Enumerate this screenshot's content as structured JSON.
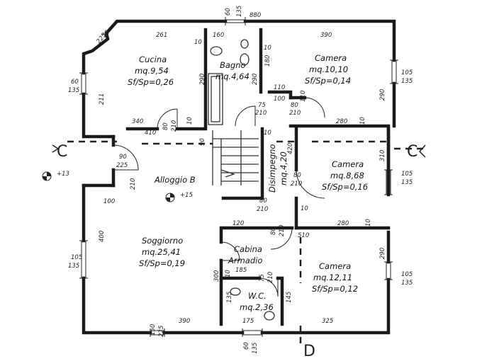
{
  "rooms": {
    "cucina": {
      "name": "Cucina",
      "area": "mq.9,54",
      "ratio": "Sf/Sp=0,26"
    },
    "bagno": {
      "name": "Bagno",
      "area": "mq.4,64"
    },
    "camera1": {
      "name": "Camera",
      "area": "mq.10,10",
      "ratio": "Sf/Sp=0,14"
    },
    "camera2": {
      "name": "Camera",
      "area": "mq.8,68",
      "ratio": "Sf/Sp=0,16"
    },
    "camera3": {
      "name": "Camera",
      "area": "mq.12,11",
      "ratio": "Sf/Sp=0,12"
    },
    "disimpegno": {
      "name": "Disimpegno",
      "area": "mq.4,20"
    },
    "soggiorno": {
      "name": "Soggiorno",
      "area": "mq.25,41",
      "ratio": "Sf/Sp=0,19"
    },
    "cabina": {
      "name": "Cabina",
      "name2": "Armadio"
    },
    "wc": {
      "name": "W.C.",
      "area": "mq.2,36"
    }
  },
  "unit_label": "Alloggio B",
  "elevations": {
    "outer": "+13",
    "inner": "+15"
  },
  "section_marks": {
    "left": "C",
    "right": "C",
    "bottom": "D"
  },
  "dimensions": {
    "d60_top": "60",
    "d135_top": "135",
    "d880": "880",
    "d261": "261",
    "d160": "160",
    "d390_top": "390",
    "d75": "75",
    "d225_kitchen": "225",
    "d10_a": "10",
    "d10_b": "10",
    "d180": "180",
    "d290_bath": "290",
    "d290_bath2": "290",
    "d110": "110",
    "d100": "100",
    "d80_a": "80",
    "d210_a": "210",
    "d75_b": "75",
    "d210_b": "210",
    "d110_b": "110",
    "d290_cam1": "290",
    "d105_a": "105",
    "d135_a": "135",
    "d60_left": "60",
    "d135_left": "135",
    "d211": "211",
    "d340": "340",
    "d410": "410",
    "d80_b": "80",
    "d210_c": "210",
    "d10_c": "10",
    "d10_d": "10",
    "d280_a": "280",
    "d10_e": "10",
    "d90_stair": "90",
    "d90_entry": "90",
    "d225_entry": "225",
    "d210_entry": "210",
    "d420": "420",
    "d310": "310",
    "d80_c": "80",
    "d210_d": "210",
    "d105_b": "105",
    "d135_b": "135",
    "d10_f": "10",
    "d100_left": "100",
    "d80_d": "80",
    "d210_e": "210",
    "d280_b": "280",
    "d10_g": "10",
    "d120": "120",
    "d80_e": "80",
    "d210_f": "210",
    "d510": "510",
    "d400": "400",
    "d290_cam3": "290",
    "d105_c": "105",
    "d135_c": "135",
    "d105_d": "105",
    "d135_d": "135",
    "d185": "185",
    "d10_h": "10",
    "d300": "300",
    "d75_c": "75",
    "d210_g": "210",
    "d135_wc": "135",
    "d145": "145",
    "d175": "175",
    "d150": "150",
    "d225_bot": "225",
    "d390_bot": "390",
    "d325": "325",
    "d60_bot": "60",
    "d135_bot": "135"
  }
}
